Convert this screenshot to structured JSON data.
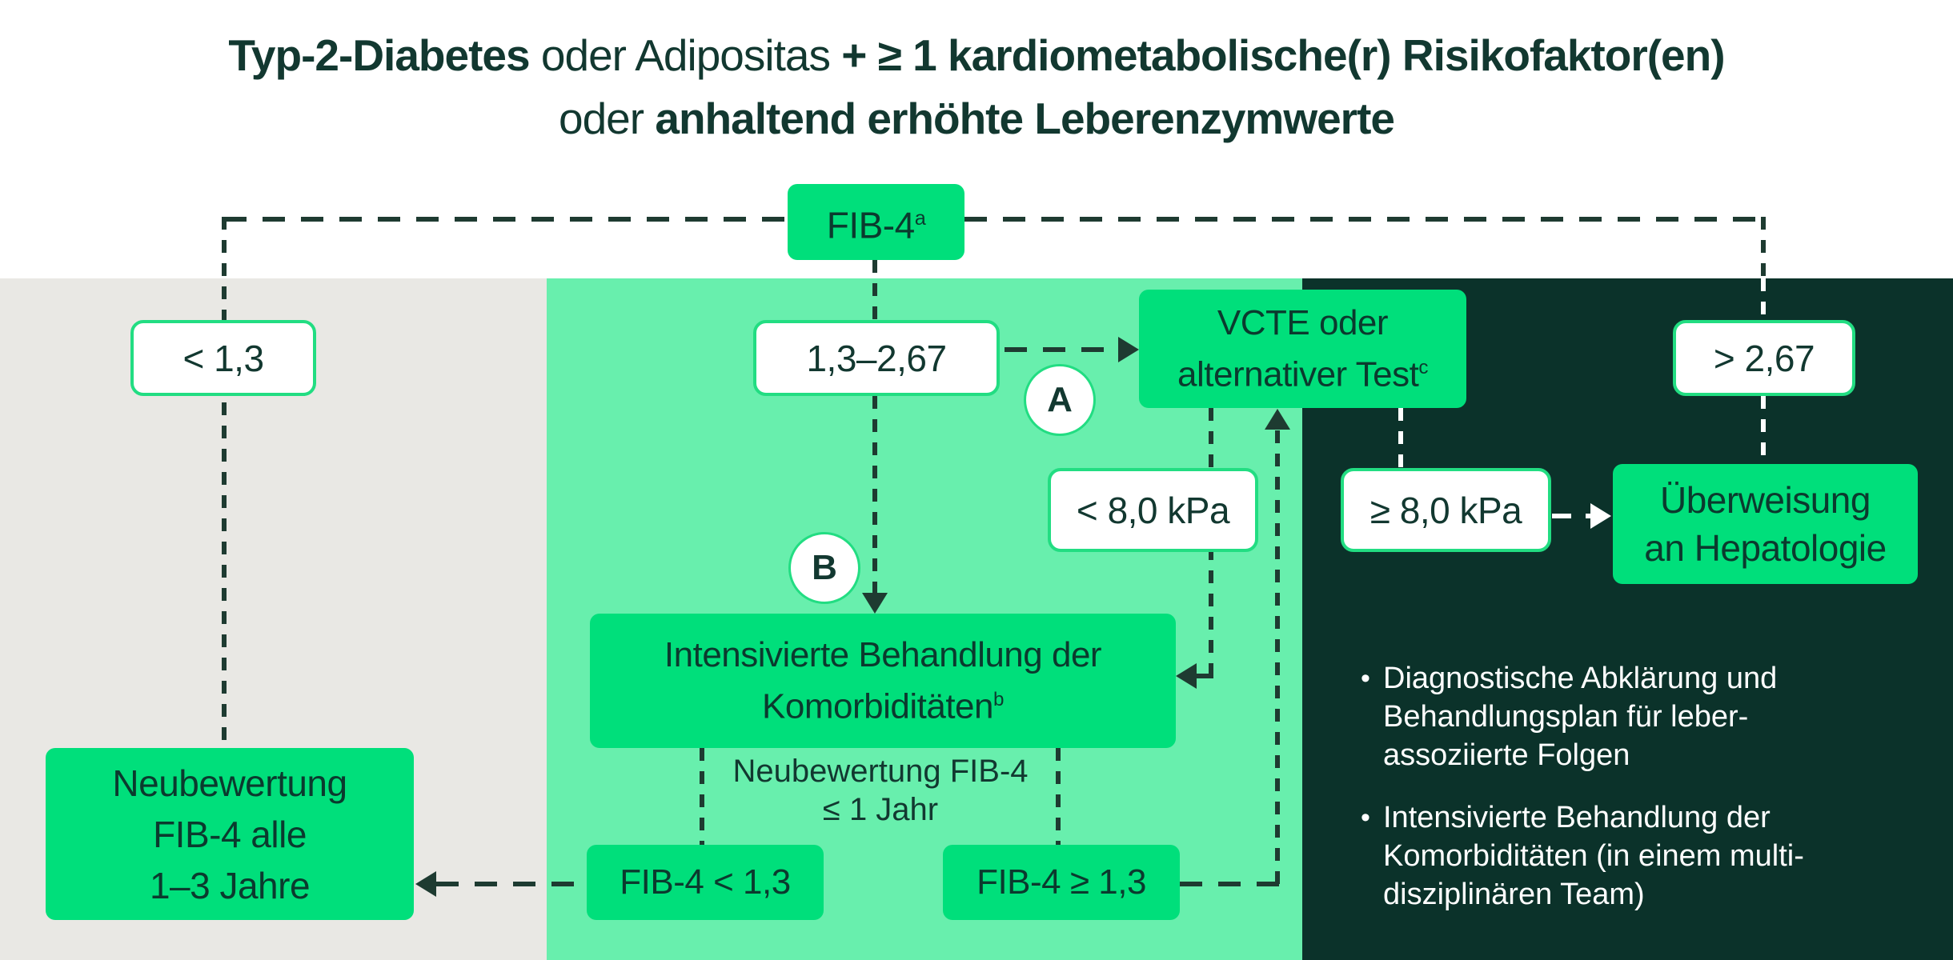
{
  "title": {
    "line1_bold1": "Typ-2-Diabetes",
    "line1_regular": " oder Adipositas ",
    "line1_bold2": "+ ≥ 1 kardiometabolische(r) Risikofaktor(en)",
    "line2_regular": "oder ",
    "line2_bold": "anhaltend erhöhte Leberenzymwerte"
  },
  "nodes": {
    "fib4": {
      "label": "FIB-4",
      "sup": "a"
    },
    "lt13": {
      "label": "< 1,3"
    },
    "mid_range": {
      "label": "1,3–2,67"
    },
    "gt267": {
      "label": "> 2,67"
    },
    "vcte": {
      "line1": "VCTE oder",
      "line2": "alternativer Test",
      "sup": "c"
    },
    "kpa_lt": {
      "label": "< 8,0 kPa"
    },
    "kpa_ge": {
      "label": "≥ 8,0 kPa"
    },
    "ueberweisung": {
      "line1": "Überweisung",
      "line2": "an Hepatologie"
    },
    "intensiviert": {
      "line1": "Intensivierte Behandlung der",
      "line2": "Komorbiditäten",
      "sup": "b"
    },
    "reassess_mid": {
      "line1": "Neubewertung FIB-4",
      "line2": "≤ 1 Jahr"
    },
    "fib4_lt13": {
      "label": "FIB-4 < 1,3"
    },
    "fib4_ge13": {
      "label": "FIB-4 ≥ 1,3"
    },
    "reassess_left": {
      "line1": "Neubewertung",
      "line2": "FIB-4 alle",
      "line3": "1–3 Jahre"
    },
    "circle_a": {
      "label": "A"
    },
    "circle_b": {
      "label": "B"
    }
  },
  "panel": {
    "bullet_glyph": "•",
    "bullets": [
      {
        "l1": "Diagnostische Abklärung und",
        "l2": "Behandlungsplan für leber-",
        "l3": "assoziierte Folgen"
      },
      {
        "l1": "Intensivierte Behandlung der",
        "l2": "Komorbiditäten (in einem multi-",
        "l3": "disziplinären Team)"
      }
    ]
  },
  "colors": {
    "box_green": "#00DF7B",
    "mint_bg": "#68EFAD",
    "gray_bg": "#E9E8E4",
    "dark_bg": "#0B322A",
    "text_dark": "#123830",
    "border_green": "#22DD82",
    "dash_dark": "#1E3B31",
    "text_white": "#FFFFFF"
  }
}
